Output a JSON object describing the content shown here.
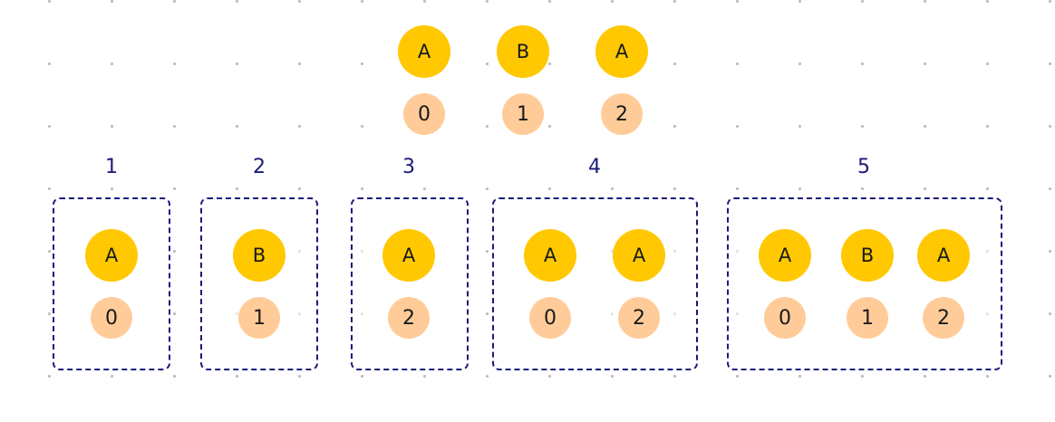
{
  "top_sequence": {
    "letters": [
      "A",
      "B",
      "A"
    ],
    "indices": [
      "0",
      "1",
      "2"
    ]
  },
  "groups": [
    {
      "label": "1",
      "letters": [
        "A"
      ],
      "indices": [
        "0"
      ]
    },
    {
      "label": "2",
      "letters": [
        "B"
      ],
      "indices": [
        "1"
      ]
    },
    {
      "label": "3",
      "letters": [
        "A"
      ],
      "indices": [
        "2"
      ]
    },
    {
      "label": "4",
      "letters": [
        "A",
        "A"
      ],
      "indices": [
        "0",
        "2"
      ]
    },
    {
      "label": "5",
      "letters": [
        "A",
        "B",
        "A"
      ],
      "indices": [
        "0",
        "1",
        "2"
      ]
    }
  ],
  "colors": {
    "letter_fill": "#FFC800",
    "index_fill": "#FFCC99",
    "group_border": "#1a1a7a"
  }
}
